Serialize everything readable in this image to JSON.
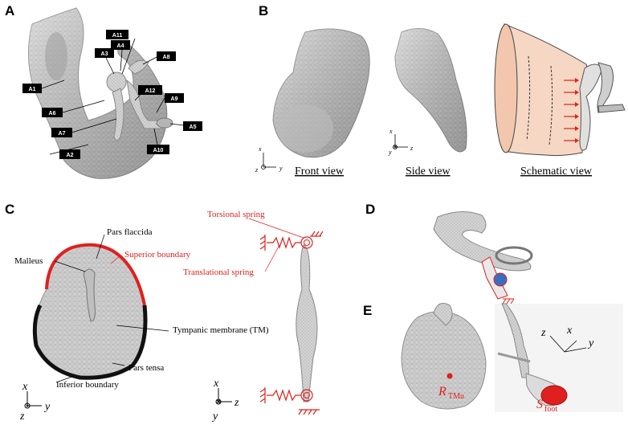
{
  "panels": {
    "a": "A",
    "b": "B",
    "c": "C",
    "d": "D",
    "e": "E"
  },
  "panel_a_tags": [
    "A1",
    "A2",
    "A3",
    "A4",
    "A5",
    "A6",
    "A7",
    "A8",
    "A9",
    "A10",
    "A11",
    "A12"
  ],
  "panel_b": {
    "front": "Front view",
    "side": "Side view",
    "schematic": "Schematic view",
    "axes_front": {
      "x": "x",
      "y": "y",
      "z": "z"
    },
    "axes_side": {
      "x": "x",
      "y": "y",
      "z": "z"
    }
  },
  "panel_c": {
    "pars_flaccida": "Pars flaccida",
    "malleus": "Malleus",
    "superior_boundary": "Superior boundary",
    "tympanic_membrane": "Tympanic membrane (TM)",
    "pars_tensa": "Pars tensa",
    "inferior_boundary": "Inferior boundary",
    "torsional_spring": "Torsional spring",
    "translational_spring": "Translational spring",
    "axes_left": {
      "x": "x",
      "y": "y",
      "z": "z"
    },
    "axes_right": {
      "x": "x",
      "y": "y",
      "z": "z"
    }
  },
  "panel_e": {
    "r_main": "R",
    "r_sub": "TMu",
    "s_main": "S",
    "s_sub": "foot",
    "axes": {
      "x": "x",
      "y": "y",
      "z": "z"
    }
  },
  "colors": {
    "mesh": "#c9c9c9",
    "mesh_dark": "#8e8e8e",
    "red": "#e0201f",
    "peach": "#f6d7c4",
    "blue": "#3a6fc0"
  }
}
